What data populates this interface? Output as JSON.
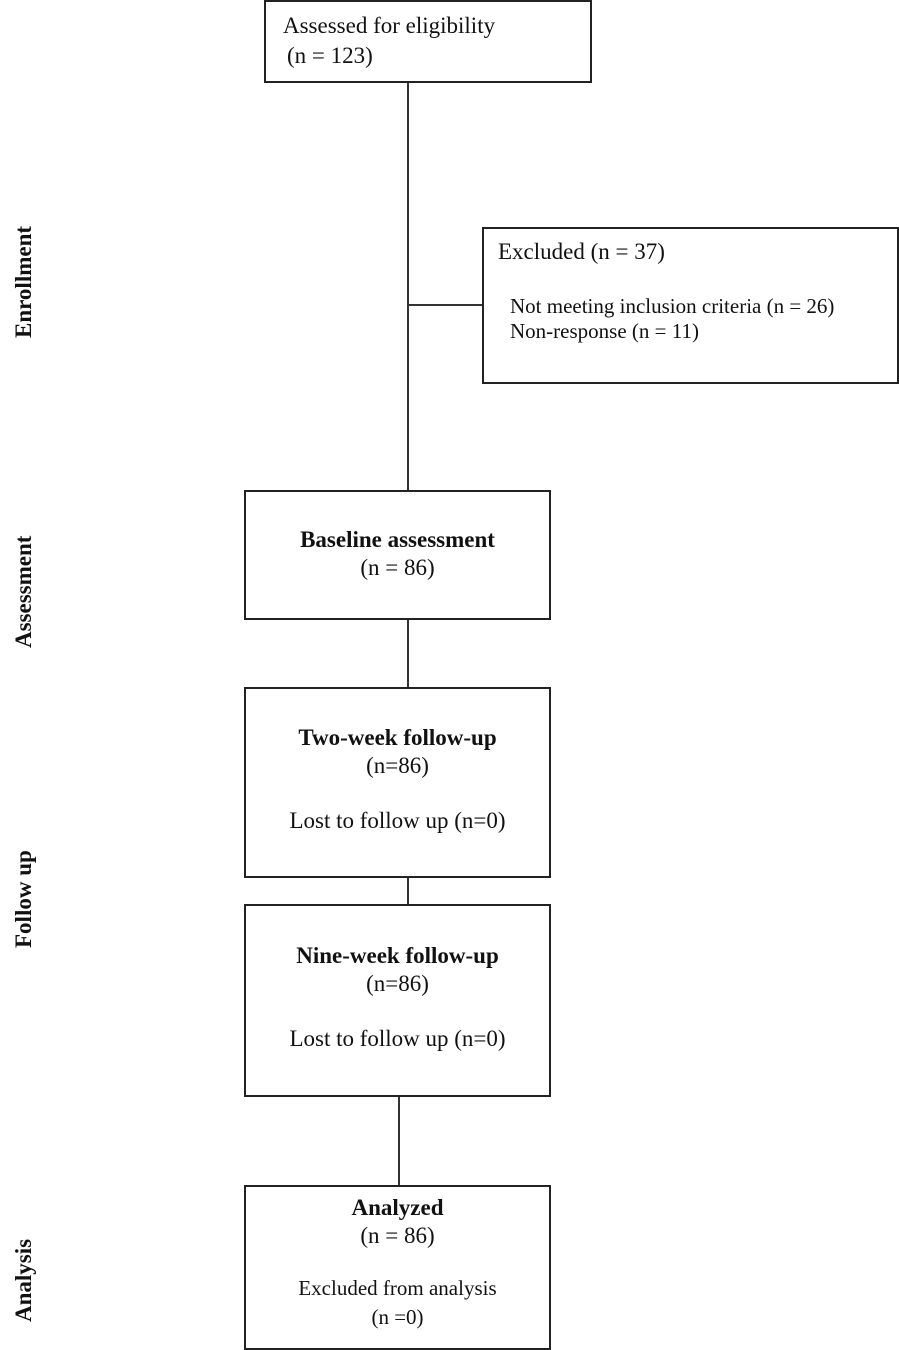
{
  "phases": {
    "enrollment": "Enrollment",
    "assessment": "Assessment",
    "follow_up": "Follow up",
    "analysis": "Analysis"
  },
  "eligibility": {
    "title": "Assessed for eligibility",
    "count": "(n = 123)"
  },
  "excluded": {
    "title": "Excluded (n = 37)",
    "reasons": [
      "Not meeting inclusion criteria (n = 26)",
      "Non-response (n = 11)"
    ]
  },
  "baseline": {
    "title": "Baseline assessment",
    "count": "(n = 86)"
  },
  "two_week": {
    "title": "Two-week follow-up",
    "count": "(n=86)",
    "lost": "Lost to follow up (n=0)"
  },
  "nine_week": {
    "title": "Nine-week follow-up",
    "count": "(n=86)",
    "lost": "Lost to follow up (n=0)"
  },
  "analyzed": {
    "title": "Analyzed",
    "count": "(n = 86)",
    "excluded_label": "Excluded from analysis",
    "excluded_count": "(n =0)"
  }
}
